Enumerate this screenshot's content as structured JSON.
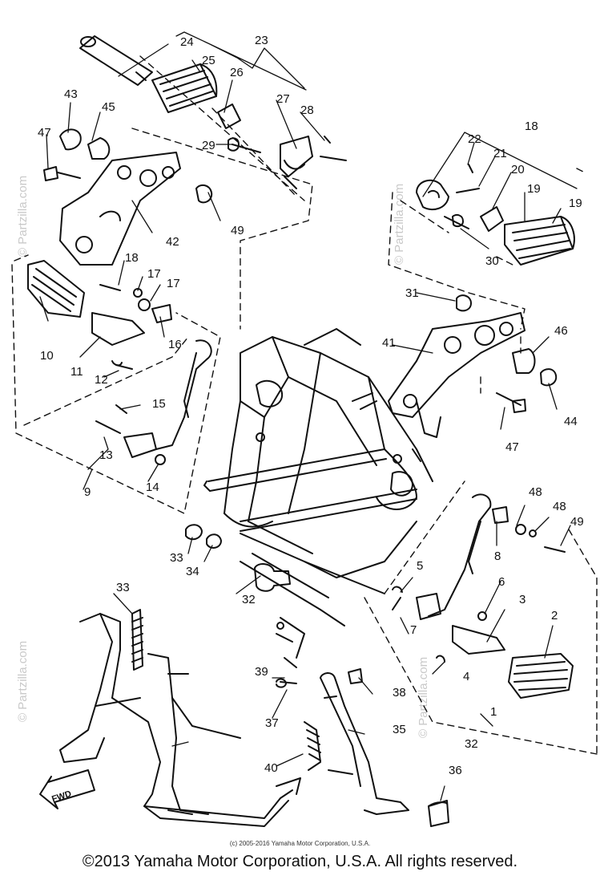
{
  "watermark": "© Partzilla.com",
  "diagram": {
    "fwd_label": "FWD",
    "callouts": [
      "1",
      "2",
      "3",
      "4",
      "5",
      "6",
      "7",
      "8",
      "9",
      "10",
      "11",
      "12",
      "13",
      "14",
      "15",
      "16",
      "17",
      "17",
      "18",
      "18",
      "19",
      "19",
      "20",
      "21",
      "22",
      "23",
      "24",
      "25",
      "26",
      "27",
      "28",
      "29",
      "30",
      "31",
      "32",
      "32",
      "33",
      "33",
      "34",
      "35",
      "36",
      "37",
      "38",
      "39",
      "40",
      "41",
      "42",
      "43",
      "44",
      "45",
      "46",
      "47",
      "47",
      "48",
      "48",
      "49",
      "49"
    ]
  },
  "small_copyright": "(c) 2005-2016 Yamaha Motor Corporation, U.S.A.",
  "footer_copyright": "©2013 Yamaha Motor Corporation, U.S.A. All rights reserved."
}
